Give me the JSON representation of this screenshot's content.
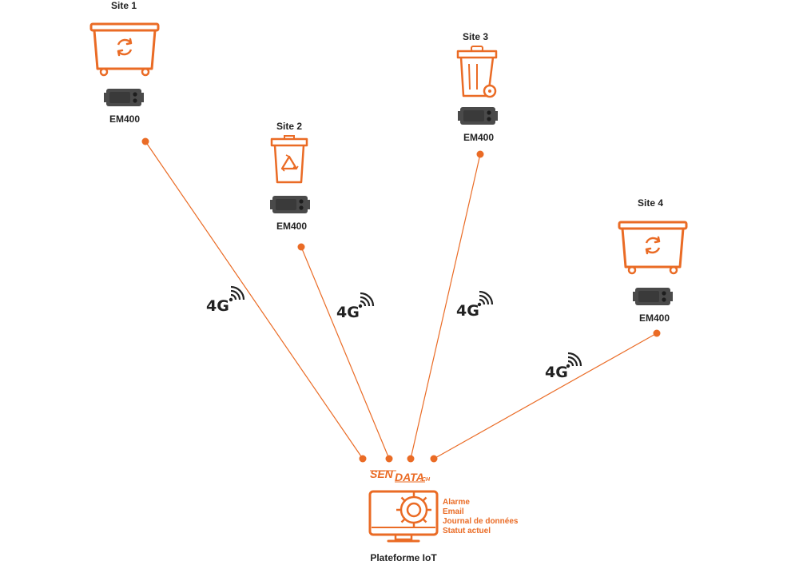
{
  "colors": {
    "accent": "#ea6b25",
    "device": "#4a4a4a",
    "text": "#222222"
  },
  "sites": [
    {
      "name": "Site 1",
      "device": "EM400",
      "icon": "large-recycling-bin-icon"
    },
    {
      "name": "Site 2",
      "device": "EM400",
      "icon": "recycling-trash-can-icon"
    },
    {
      "name": "Site 3",
      "device": "EM400",
      "icon": "wheelie-bin-icon"
    },
    {
      "name": "Site 4",
      "device": "EM400",
      "icon": "large-recycling-bin-icon"
    }
  ],
  "links": [
    {
      "label": "4G",
      "icon": "signal-icon"
    },
    {
      "label": "4G",
      "icon": "signal-icon"
    },
    {
      "label": "4G",
      "icon": "signal-icon"
    },
    {
      "label": "4G",
      "icon": "signal-icon"
    }
  ],
  "platform": {
    "brand_sen": "SEN",
    "brand_data": "DATA",
    "brand_suffix": ".CH",
    "features": [
      "Alarme",
      "Email",
      "Journal de données",
      "Statut actuel"
    ],
    "name": "Plateforme IoT",
    "icon": "monitor-gear-icon"
  }
}
